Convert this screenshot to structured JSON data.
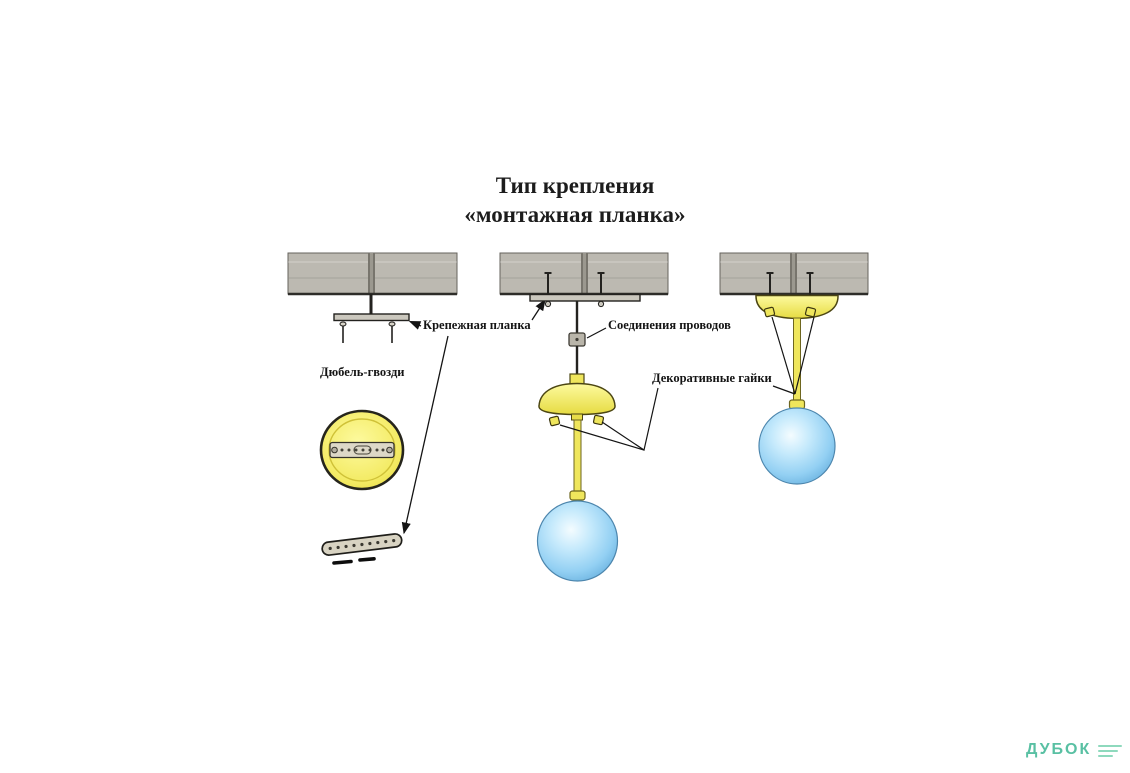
{
  "title": {
    "line1": "Тип крепления",
    "line2": "«монтажная планка»"
  },
  "labels": {
    "bracket": "Крепежная планка",
    "dowels": "Дюбель-гвозди",
    "wire_connections": "Соединения проводов",
    "decorative_nuts": "Декоративные гайки"
  },
  "watermark": {
    "brand": "ДУБОК"
  },
  "colors": {
    "background": "#ffffff",
    "ceiling_gray": "#bcb9b1",
    "canopy_yellow": "#efe65c",
    "glass_blue": "#8fcbf0",
    "metal_strip": "#d8d3c2",
    "annotation_line": "#141414",
    "watermark_green": "#59c0a3"
  }
}
